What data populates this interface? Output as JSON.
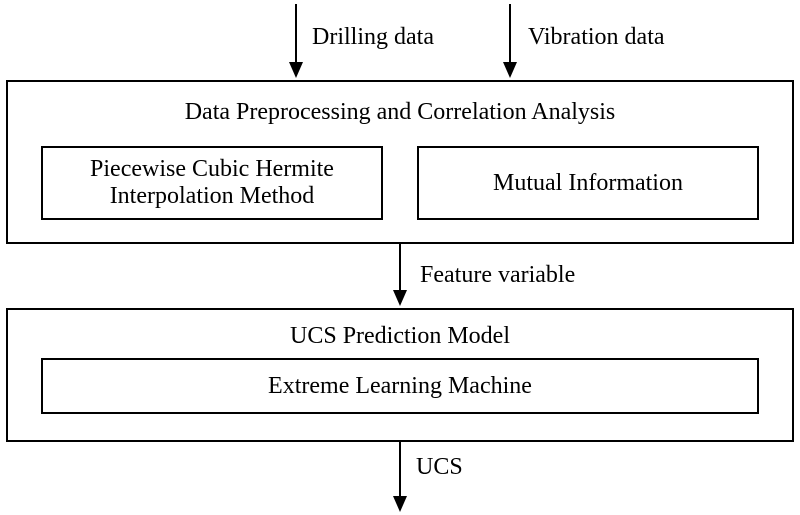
{
  "inputs": {
    "drilling_label": "Drilling data",
    "vibration_label": "Vibration data"
  },
  "preprocessing": {
    "title": "Data Preprocessing and Correlation Analysis",
    "method_line1": "Piecewise Cubic Hermite",
    "method_line2": "Interpolation Method",
    "mutual_info": "Mutual Information"
  },
  "feature_label": "Feature variable",
  "model": {
    "title": "UCS Prediction Model",
    "elm": "Extreme Learning Machine"
  },
  "output_label": "UCS",
  "colors": {
    "stroke": "#000000",
    "background": "#ffffff"
  }
}
